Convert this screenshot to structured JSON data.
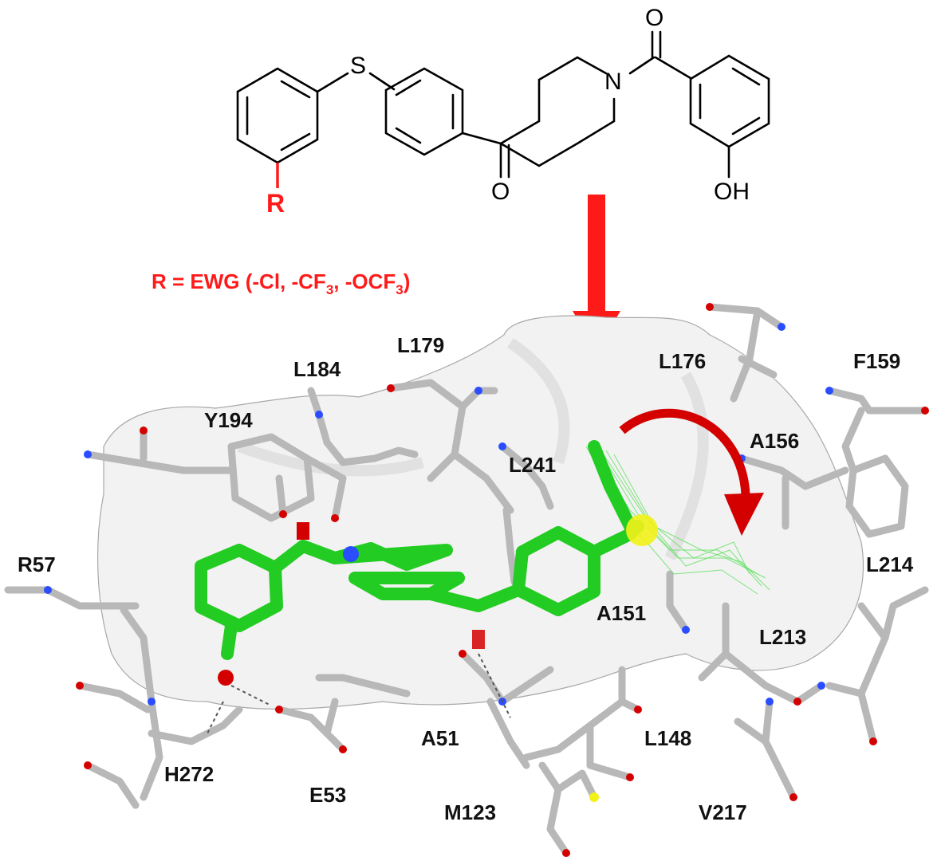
{
  "structure": {
    "atoms": {
      "sulfur": "S",
      "nitrogen": "N",
      "oxygen_1": "O",
      "oxygen_2": "O",
      "hydroxyl": "OH"
    },
    "r_group": {
      "label": "R",
      "definition": "R = EWG (-Cl, -CF",
      "sub1": "3",
      "mid": ", -OCF",
      "sub2": "3",
      "close": ")"
    }
  },
  "residues": {
    "L179": "L179",
    "L184": "L184",
    "L176": "L176",
    "F159": "F159",
    "Y194": "Y194",
    "A156": "A156",
    "L241": "L241",
    "R57": "R57",
    "L214": "L214",
    "A151": "A151",
    "L213": "L213",
    "A51": "A51",
    "L148": "L148",
    "H272": "H272",
    "E53": "E53",
    "M123": "M123",
    "V217": "V217"
  },
  "colors": {
    "accent_red": "#ff1a1a",
    "ligand_green": "#22cc22",
    "protein_gray": "#b8b8b8",
    "oxygen_red": "#d40000",
    "nitrogen_blue": "#2a4dff",
    "sulfur_yellow": "#f2f21a"
  }
}
